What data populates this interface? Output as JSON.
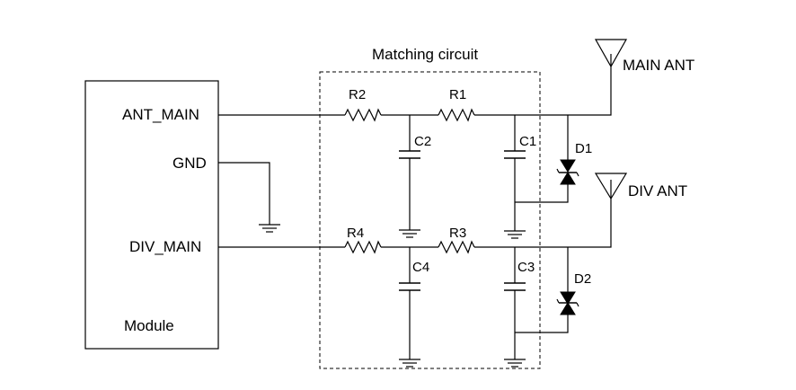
{
  "diagram": {
    "title": "Matching circuit",
    "module": {
      "pins": {
        "ant_main": "ANT_MAIN",
        "gnd": "GND",
        "div_main": "DIV_MAIN"
      },
      "name": "Module"
    },
    "components": {
      "r1": "R1",
      "r2": "R2",
      "r3": "R3",
      "r4": "R4",
      "c1": "C1",
      "c2": "C2",
      "c3": "C3",
      "c4": "C4",
      "d1": "D1",
      "d2": "D2"
    },
    "antennas": {
      "main": "MAIN ANT",
      "div": "DIV ANT"
    }
  }
}
